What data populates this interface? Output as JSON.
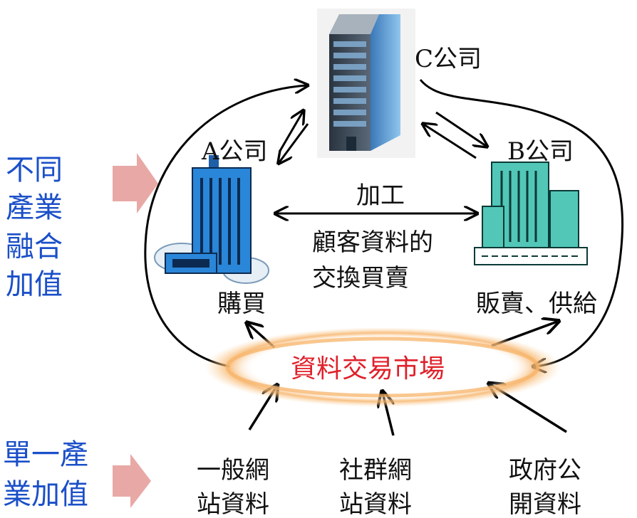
{
  "left_labels": {
    "top": [
      "不同",
      "產業",
      "融合",
      "加值"
    ],
    "bottom": [
      "單一產",
      "業加值"
    ]
  },
  "companies": {
    "c": "C公司",
    "a": "A公司",
    "b": "B公司"
  },
  "center": {
    "process": "加工",
    "exchange": [
      "顧客資料的",
      "交換買賣"
    ]
  },
  "actions": {
    "buy": "購買",
    "sell": "販賣、供給"
  },
  "market": "資料交易市場",
  "sources": [
    [
      "一般網",
      "站資料"
    ],
    [
      "社群網",
      "站資料"
    ],
    [
      "政府公",
      "開資料"
    ]
  ],
  "colors": {
    "left_label": "#1a4fc8",
    "market_text": "#e0202a",
    "market_glow": "#f7b46a",
    "arrow_pink": "#e8a9a6"
  }
}
